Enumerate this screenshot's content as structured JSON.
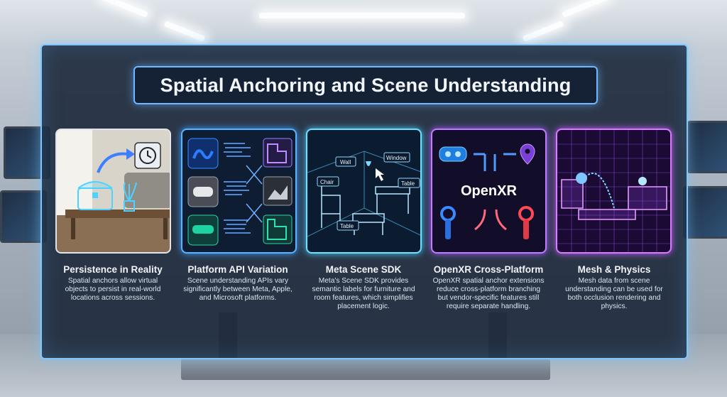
{
  "title": "Spatial Anchoring and Scene Understanding",
  "cards": [
    {
      "heading": "Persistence in Reality",
      "body": "Spatial anchors allow virtual objects to persist in real-world locations across sessions."
    },
    {
      "heading": "Platform API Variation",
      "body": "Scene understanding APIs vary significantly between Meta, Apple, and Microsoft platforms."
    },
    {
      "heading": "Meta Scene SDK",
      "body": "Meta's Scene SDK provides semantic labels for furniture and room features, which simplifies placement logic.",
      "labels": {
        "wall": "Wall",
        "window": "Window",
        "chair": "Chair",
        "table_right": "Table",
        "table_front": "Table"
      }
    },
    {
      "heading": "OpenXR Cross-Platform",
      "body": "OpenXR spatial anchor extensions reduce cross-platform branching but vendor-specific features still require separate handling.",
      "logo_text": "OpenXR"
    },
    {
      "heading": "Mesh & Physics",
      "body": "Mesh data from scene understanding can be used for both occlusion rendering and physics."
    }
  ],
  "colors": {
    "panel_border": "#7fc6ff",
    "card_blue": "#58b4ff",
    "card_cyan": "#6ee0ff",
    "card_purple": "#c07bff",
    "card_violet": "#d77bff"
  }
}
